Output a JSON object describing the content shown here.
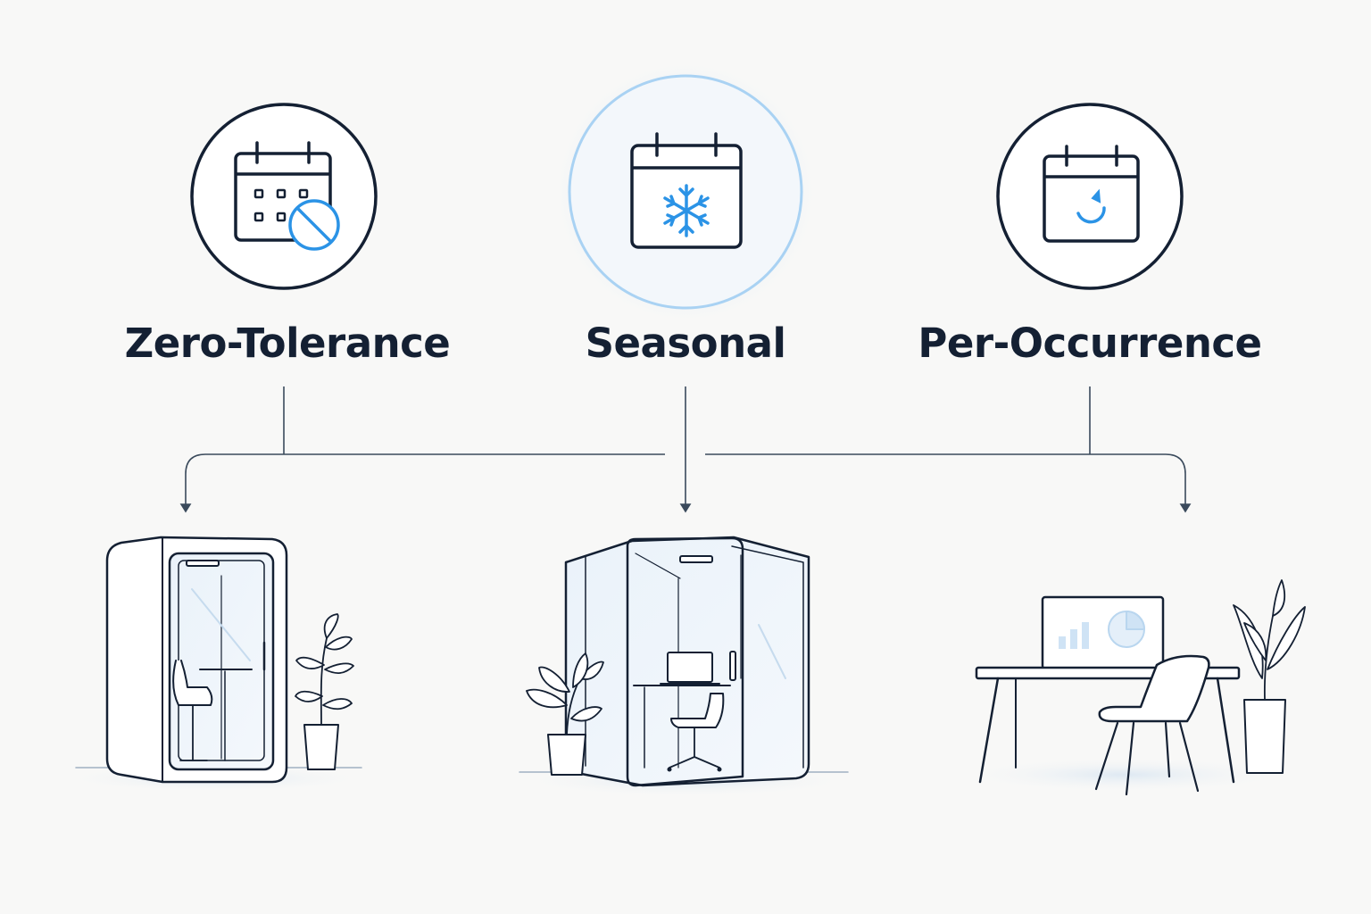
{
  "colors": {
    "ink": "#142033",
    "accent": "#2b93e6",
    "accent_soft": "#9cc9f0",
    "glass": "#e6f0f9",
    "background": "#f8f8f7"
  },
  "policies": [
    {
      "label": "Zero-Tolerance",
      "icon": "calendar-cancel-icon",
      "highlighted": false
    },
    {
      "label": "Seasonal",
      "icon": "calendar-snowflake-icon",
      "highlighted": true
    },
    {
      "label": "Per-Occurrence",
      "icon": "calendar-refresh-icon",
      "highlighted": false
    }
  ],
  "workspaces": [
    {
      "icon": "phone-booth-illustration"
    },
    {
      "icon": "meeting-pod-illustration"
    },
    {
      "icon": "open-desk-illustration"
    }
  ]
}
